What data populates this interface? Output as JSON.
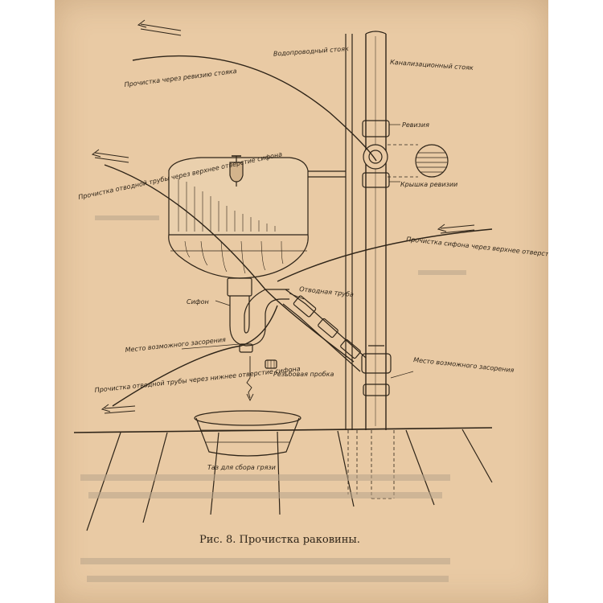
{
  "labels": {
    "riser_water": "Водопроводный стояк",
    "riser_sewer": "Канализационный стояк",
    "cleaning_riser_revision": "Прочистка через ревизию стояка",
    "revision": "Ревизия",
    "revision_cover": "Крышка ревизии",
    "cleaning_outlet_upper": "Прочистка отводной трубы через верхнее отверстие сифона",
    "cleaning_siphon_upper": "Прочистка сифона через верхнее отверстие",
    "siphon": "Сифон",
    "outlet_pipe": "Отводная труба",
    "possible_blockage_left": "Место возможного засорения",
    "possible_blockage_right": "Место возможного засорения",
    "cleaning_outlet_lower": "Прочистка отводной трубы через нижнее отверстие сифона",
    "threaded_plug": "Резьбовая пробка",
    "basin_for_dirt": "Таз для сбора грязи"
  },
  "caption": "Рис. 8. Прочистка раковины."
}
